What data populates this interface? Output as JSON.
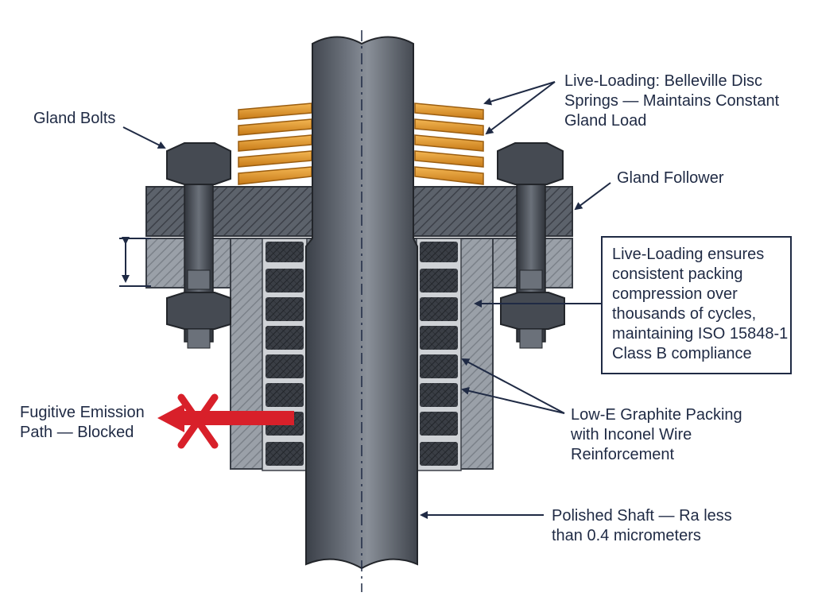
{
  "colors": {
    "navy": "#1f2a44",
    "steel_dark": "#3a3f47",
    "steel_mid": "#5a606a",
    "steel_light": "#9aa0a8",
    "spring_gold": "#e39a2c",
    "red_cross": "#d8202a"
  },
  "labels": {
    "gland_bolts": "Gland Bolts",
    "live_loading": [
      "Live-Loading: Belleville Disc",
      "Springs — Maintains Constant",
      "Gland Load"
    ],
    "gland_follower": "Gland Follower",
    "info_box": [
      "Live-Loading ensures",
      "consistent packing",
      "compression over",
      "thousands of cycles,",
      "maintaining ISO 15848-1",
      "Class B compliance"
    ],
    "fugitive": [
      "Fugitive Emission",
      "Path — Blocked"
    ],
    "packing": [
      "Low-E Graphite Packing",
      "with Inconel Wire",
      "Reinforcement"
    ],
    "shaft": [
      "Polished Shaft — Ra less",
      "than 0.4 micrometers"
    ]
  },
  "icons": [
    "arrow-icon",
    "blocked-cross-icon",
    "dimension-arrow-icon",
    "hex-nut-icon"
  ]
}
